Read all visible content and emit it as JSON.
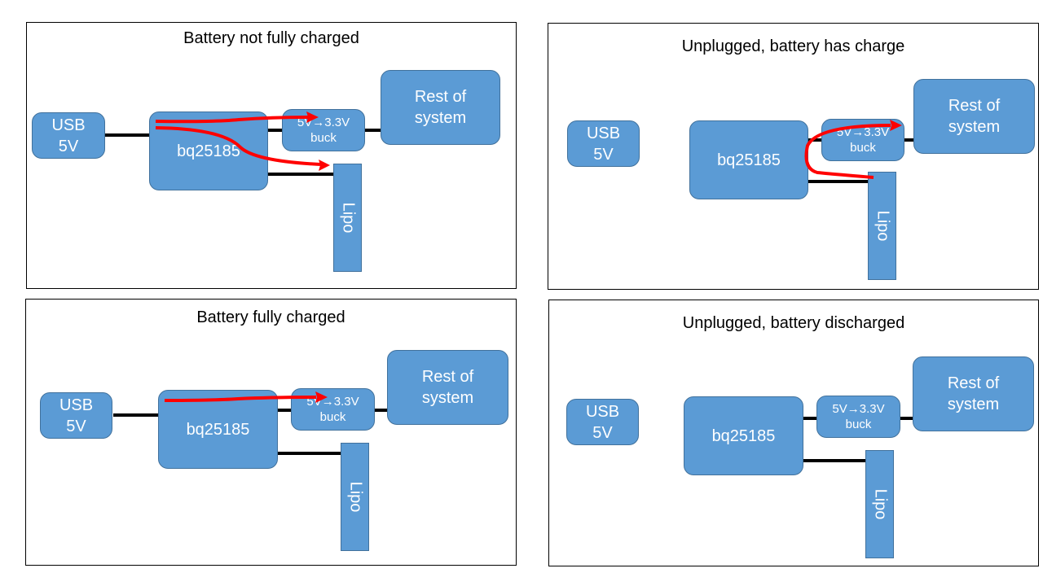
{
  "colors": {
    "block_fill": "#5b9bd5",
    "block_border": "#41719c",
    "wire": "#000000",
    "flow_arrow": "#ff0000"
  },
  "labels": {
    "usb": "USB\n5V",
    "charger": "bq25185",
    "buck": "5V→3.3V\nbuck",
    "system": "Rest of\nsystem",
    "battery": "Lipo"
  },
  "panels": [
    {
      "title": "Battery not fully charged",
      "usb_connected": true,
      "flows": [
        "charger-to-buck",
        "charger-to-battery"
      ]
    },
    {
      "title": "Unplugged, battery has charge",
      "usb_connected": false,
      "flows": [
        "battery-to-buck"
      ]
    },
    {
      "title": "Battery fully charged",
      "usb_connected": true,
      "flows": [
        "charger-to-buck"
      ]
    },
    {
      "title": "Unplugged, battery discharged",
      "usb_connected": false,
      "flows": []
    }
  ]
}
